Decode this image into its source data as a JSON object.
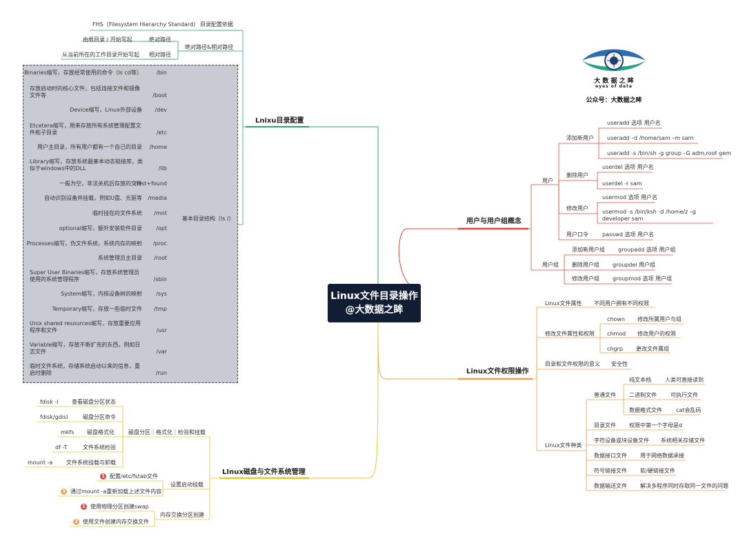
{
  "center": {
    "line1": "Linux文件目录操作",
    "line2": "@大数据之眸"
  },
  "logo": {
    "cn": "大 数 据 之 眸",
    "en": "eyes of data",
    "account": "公众号：大数据之眸"
  },
  "colors": {
    "dir": "#2aa37f",
    "user": "#e0463b",
    "perm": "#f0a04b",
    "disk": "#e6c72a",
    "center": "#111d33",
    "box": "#c9cbd4"
  },
  "dir": {
    "title": "Lnixu目录配置",
    "fhs": {
      "desc": "FHS（Filesystem Hierarchy Standard）",
      "label": "目录配置依据"
    },
    "path": {
      "label": "绝对路径&相对路径",
      "items": [
        {
          "desc": "由根目录 / 开始写起",
          "name": "绝对路径"
        },
        {
          "desc": "从当前所在的工作目录开始写起",
          "name": "相对路径"
        }
      ]
    },
    "basic": "基本目录结构（ls /）",
    "items": [
      {
        "desc": "Binaries缩写，存放经常使用的命令（ls cd等）",
        "name": "/bin"
      },
      {
        "desc": "存放启动时的核心文件，包括连接文件和镜像文件等",
        "name": "/boot"
      },
      {
        "desc": "Device缩写，Linux外部设备",
        "name": "/dev"
      },
      {
        "desc": "Etcetera缩写，用来存放所有系统管理配置文件和子目录",
        "name": "/etc"
      },
      {
        "desc": "用户主目录，所有用户都有一个自己的目录",
        "name": "/home"
      },
      {
        "desc": "Library缩写，存放系统最基本动态链接库，类似于windows中的DLL",
        "name": "/lib"
      },
      {
        "desc": "一般为空，非法关机后存放的文件",
        "name": "/lost+found"
      },
      {
        "desc": "自动识别设备并挂载，例如U盘、光驱等",
        "name": "/media"
      },
      {
        "desc": "临时挂在的文件系统",
        "name": "/mnt"
      },
      {
        "desc": "optional缩写，额外安装软件目录",
        "name": "/opt"
      },
      {
        "desc": "Processes缩写，伪文件系统，系统内存的映射",
        "name": "/proc"
      },
      {
        "desc": "系统管理员主目录",
        "name": "/root"
      },
      {
        "desc": "Super User Binaries缩写，存放系统管理员使用的系统管理程序",
        "name": "/sbin"
      },
      {
        "desc": "System缩写，内核设备树的映射",
        "name": "/sys"
      },
      {
        "desc": "Temporary缩写，存放一些临时文件",
        "name": "/tmp"
      },
      {
        "desc": "Unix shared resources缩写，存放重要应用程序和文件",
        "name": "/usr"
      },
      {
        "desc": "Variable缩写，存放不断扩充的东西，例如日志文件",
        "name": "/var"
      },
      {
        "desc": "临时文件系统，存储系统启动以来的信息，重启时删除",
        "name": "/run"
      }
    ]
  },
  "user": {
    "title": "用户与用户组概念",
    "users": {
      "label": "用户",
      "add": {
        "label": "添加新用户",
        "items": [
          "useradd 选项 用户名",
          "useradd –d  /home/sam –m sam",
          "useradd -s /bin/sh -g group –G adm,root gem"
        ]
      },
      "del": {
        "label": "删除用户",
        "items": [
          "userdel 选项 用户名",
          "userdel -r sam"
        ]
      },
      "mod": {
        "label": "修改用户",
        "items": [
          "usermod 选项 用户名",
          "usermod -s /bin/ksh -d /home/z –g developer sam"
        ]
      },
      "pwd": {
        "label": "用户口令",
        "items": [
          "passwd 选项 用户名"
        ]
      }
    },
    "groups": {
      "label": "用户组",
      "items": [
        {
          "label": "添加新用户组",
          "cmd": "groupadd 选项 用户组"
        },
        {
          "label": "删除用户组",
          "cmd": "groupdel 用户组"
        },
        {
          "label": "修改用户组",
          "cmd": "groupmod 选项 用户组"
        }
      ]
    }
  },
  "perm": {
    "title": "Linux文件权限操作",
    "attr": {
      "label": "Linux文件属性",
      "desc": "不同用户拥有不同权限"
    },
    "modify": {
      "label": "修改文件属性和权限",
      "items": [
        {
          "cmd": "chown",
          "desc": "修改所属用户与组"
        },
        {
          "cmd": "chmod",
          "desc": "修改用户的权限"
        },
        {
          "cmd": "chgrp",
          "desc": "更改文件属组"
        }
      ]
    },
    "meaning": {
      "label": "目录和文件权限的意义",
      "desc": "安全性"
    },
    "types": {
      "label": "Linux文件种类",
      "normal": {
        "label": "普通文件",
        "items": [
          {
            "name": "纯文本档",
            "desc": "人类可直接读到"
          },
          {
            "name": "二进制文件",
            "desc": "可执行文件"
          },
          {
            "name": "数据格式文件",
            "desc": "cat会乱码"
          }
        ]
      },
      "others": [
        {
          "name": "目录文件",
          "desc": "权限中第一个字母是d"
        },
        {
          "name": "字符设备或块设备文件",
          "desc": "系统相关存储文件"
        },
        {
          "name": "数据接口文件",
          "desc": "用于网络数据承接"
        },
        {
          "name": "符号链接文件",
          "desc": "软/硬链接文件"
        },
        {
          "name": "数据输送文件",
          "desc": "解决多程序同时存取同一文件的问题"
        }
      ]
    }
  },
  "disk": {
    "title": "LInux磁盘与文件系统管理",
    "partition": {
      "label": "磁盘分区｜格式化｜检验和挂载",
      "items": [
        {
          "cmd": "fdisk -l",
          "desc": "查看磁盘分区状态"
        },
        {
          "cmd": "fdisk/gdisl",
          "desc": "磁盘分区命令"
        },
        {
          "cmd": "mkfs",
          "desc": "磁盘格式化"
        },
        {
          "cmd": "df -T",
          "desc": "文件系统检验"
        },
        {
          "cmd": "mount -a",
          "desc": "文件系统挂载与卸载"
        }
      ]
    },
    "boot": {
      "label": "设置启动挂载",
      "items": [
        {
          "num": "1",
          "text": "配置/etc/fstab文件"
        },
        {
          "num": "3",
          "text": "通过mount -a重新加载上述文件内容"
        }
      ]
    },
    "swap": {
      "label": "内存交换分区创建",
      "items": [
        {
          "num": "1",
          "text": "使用物理分区创建swap"
        },
        {
          "num": "2",
          "text": "使用文件创建内存交换文件"
        }
      ]
    }
  }
}
